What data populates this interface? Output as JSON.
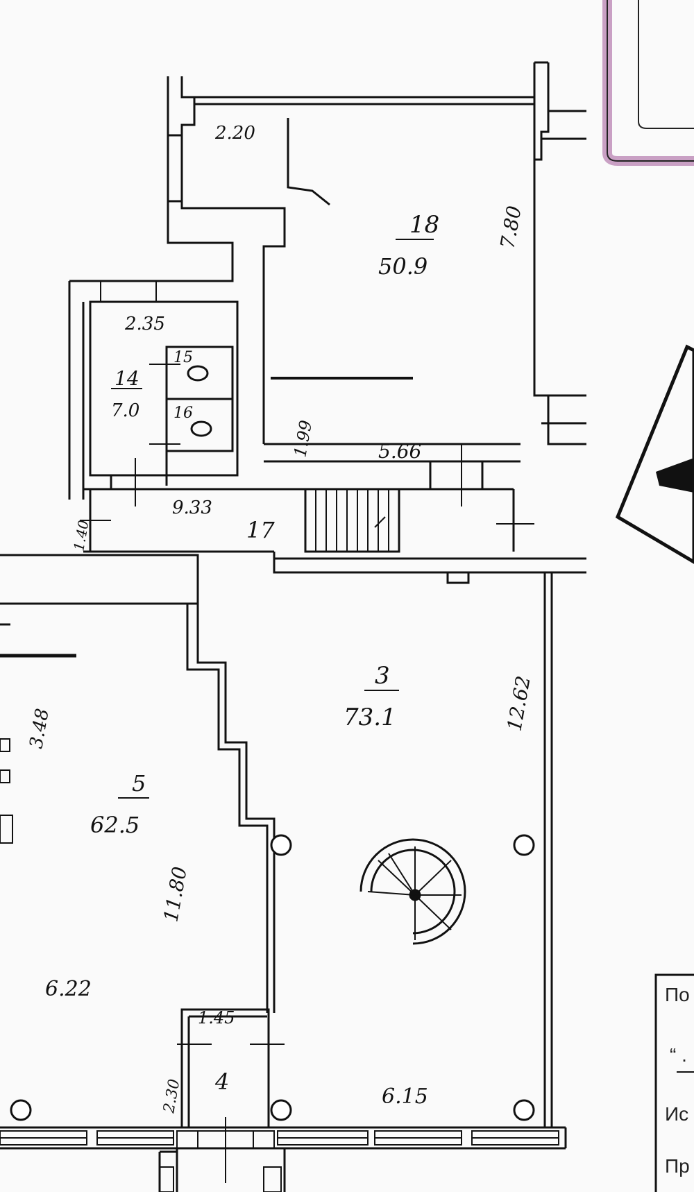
{
  "plan": {
    "rooms": [
      {
        "id": "room-18",
        "number": "18",
        "area": "50.9"
      },
      {
        "id": "room-14",
        "number": "14",
        "area": "7.0"
      },
      {
        "id": "room-15",
        "number": "15",
        "area": ""
      },
      {
        "id": "room-16",
        "number": "16",
        "area": ""
      },
      {
        "id": "room-17",
        "number": "17",
        "area": ""
      },
      {
        "id": "room-3",
        "number": "3",
        "area": "73.1"
      },
      {
        "id": "room-5",
        "number": "5",
        "area": "62.5"
      },
      {
        "id": "room-4",
        "number": "4",
        "area": ""
      }
    ],
    "dimensions": [
      "2.20",
      "7.80",
      "2.35",
      "1.99",
      "5.66",
      "1.40",
      "9.33",
      "12.62",
      "3.48",
      "11.80",
      "6.22",
      "1.45",
      "2.30",
      "6.15"
    ],
    "title_block": {
      "line1": "По",
      "line2": "“ .",
      "line3": "Ис",
      "line4": "Пр"
    }
  },
  "colors": {
    "ink": "#111111",
    "paper": "#fafafa",
    "stamp": "#c9a0c4"
  }
}
